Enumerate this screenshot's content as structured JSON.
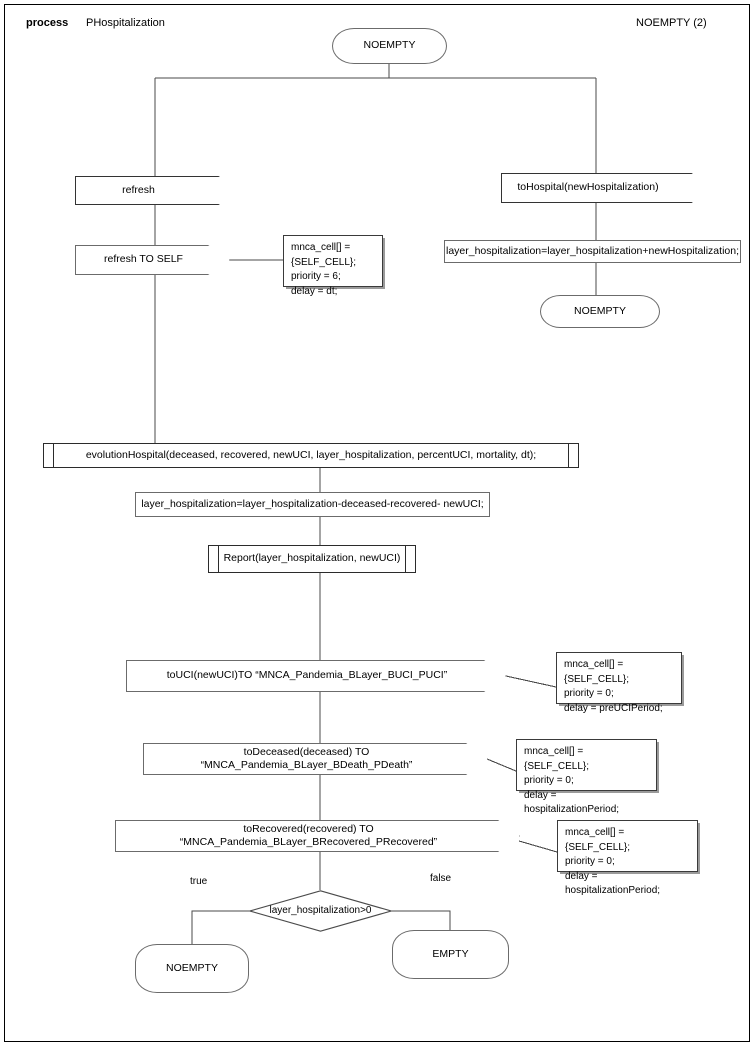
{
  "header": {
    "keyword": "process",
    "name": "PHospitalization",
    "right_label": "NOEMPTY (2)"
  },
  "nodes": {
    "start_noempty": {
      "label": "NOEMPTY",
      "type": "terminal"
    },
    "refresh_in": {
      "label": "refresh",
      "type": "message-in"
    },
    "refresh_to_self": {
      "label": "refresh TO SELF",
      "type": "message-out"
    },
    "to_hospital_in": {
      "label": "toHospital(newHospitalization)",
      "type": "message-in"
    },
    "add_hospitalization": {
      "label": "layer_hospitalization=layer_hospitalization+newHospitalization;",
      "type": "process"
    },
    "branch_noempty": {
      "label": "NOEMPTY",
      "type": "terminal"
    },
    "evolution_hospital": {
      "label": "evolutionHospital(deceased, recovered, newUCI, layer_hospitalization, percentUCI, mortality, dt);",
      "type": "subroutine"
    },
    "subtract_hospitalization": {
      "label": "layer_hospitalization=layer_hospitalization-deceased-recovered- newUCI;",
      "type": "process"
    },
    "report": {
      "label": "Report(layer_hospitalization, newUCI)",
      "type": "subroutine"
    },
    "to_uci": {
      "label": "toUCI(newUCI)TO “MNCA_Pandemia_BLayer_BUCI_PUCI”",
      "type": "message-out"
    },
    "to_deceased": {
      "label": "toDeceased(deceased) TO “MNCA_Pandemia_BLayer_BDeath_PDeath”",
      "type": "message-out"
    },
    "to_recovered": {
      "label": "toRecovered(recovered) TO “MNCA_Pandemia_BLayer_BRecovered_PRecovered”",
      "type": "message-out"
    },
    "decision": {
      "label": "layer_hospitalization>0",
      "type": "decision"
    },
    "end_noempty": {
      "label": "NOEMPTY",
      "type": "terminal"
    },
    "end_empty": {
      "label": "EMPTY",
      "type": "terminal"
    }
  },
  "notes": {
    "refresh_note": "mnca_cell[] = {SELF_CELL};\npriority = 6;\ndelay = dt;",
    "uci_note": "mnca_cell[] = {SELF_CELL};\npriority = 0;\ndelay = preUCIPeriod;",
    "deceased_note": "mnca_cell[] = {SELF_CELL};\npriority = 0;\ndelay = hospitalizationPeriod;",
    "recovered_note": "mnca_cell[] = {SELF_CELL};\npriority = 0;\ndelay = hospitalizationPeriod;"
  },
  "edge_labels": {
    "true": "true",
    "false": "false"
  },
  "colors": {
    "stroke": "#6b6b6b",
    "stroke_dark": "#2b2b2b",
    "background": "#ffffff",
    "shadow": "#9a9a9a"
  }
}
